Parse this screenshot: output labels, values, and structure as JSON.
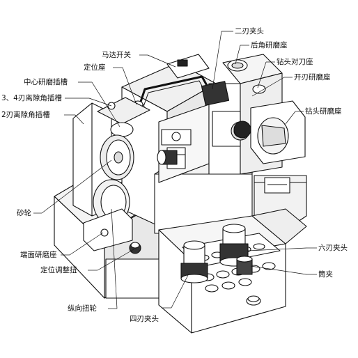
{
  "labels": {
    "two_edge_chuck": "二刃夹头",
    "motor_switch": "马达开关",
    "relief_angle_seat": "后角研磨座",
    "positioning_seat": "定位座",
    "drill_alignment_seat": "钻头对刀座",
    "center_grinding_slot": "中心研磨插槽",
    "edge_grinding_seat": "开刃研磨座",
    "slot_3_4_edge": "3、4刃离隙角插槽",
    "drill_grinding_seat": "钻头研磨座",
    "slot_2_edge": "2刃离隙角插槽",
    "grinding_wheel": "砂轮",
    "six_edge_chuck": "六刃夹头",
    "end_face_seat": "端面研磨座",
    "collet": "筒夹",
    "position_knob": "定位调整扭",
    "feed_wheel": "纵向扭轮",
    "four_edge_chuck": "四刃夹头"
  }
}
